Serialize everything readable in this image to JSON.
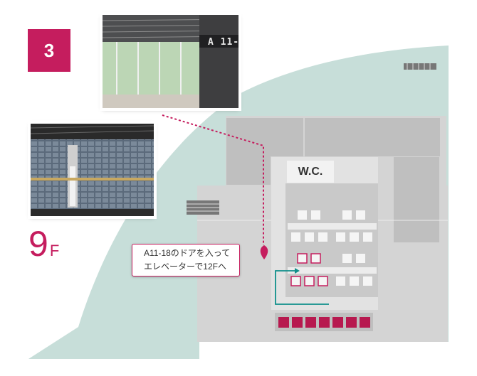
{
  "step": {
    "number": "3"
  },
  "floor": {
    "number": "9",
    "unit": "F"
  },
  "map": {
    "restroom_label": "W.C.",
    "callout_line1": "A11-18のドアを入って",
    "callout_line2": "エレベーターで12Fへ"
  },
  "photos": [
    {
      "description": "lobby-atrium",
      "sign_text": "A 11-"
    },
    {
      "description": "stone-wall-corridor"
    }
  ],
  "colors": {
    "accent": "#c51d5e",
    "map_background": "#c7ded9",
    "floor_gray": "#d4d4d4",
    "room_gray": "#bfbfbf",
    "highlight_rooms": "#b7194f"
  }
}
